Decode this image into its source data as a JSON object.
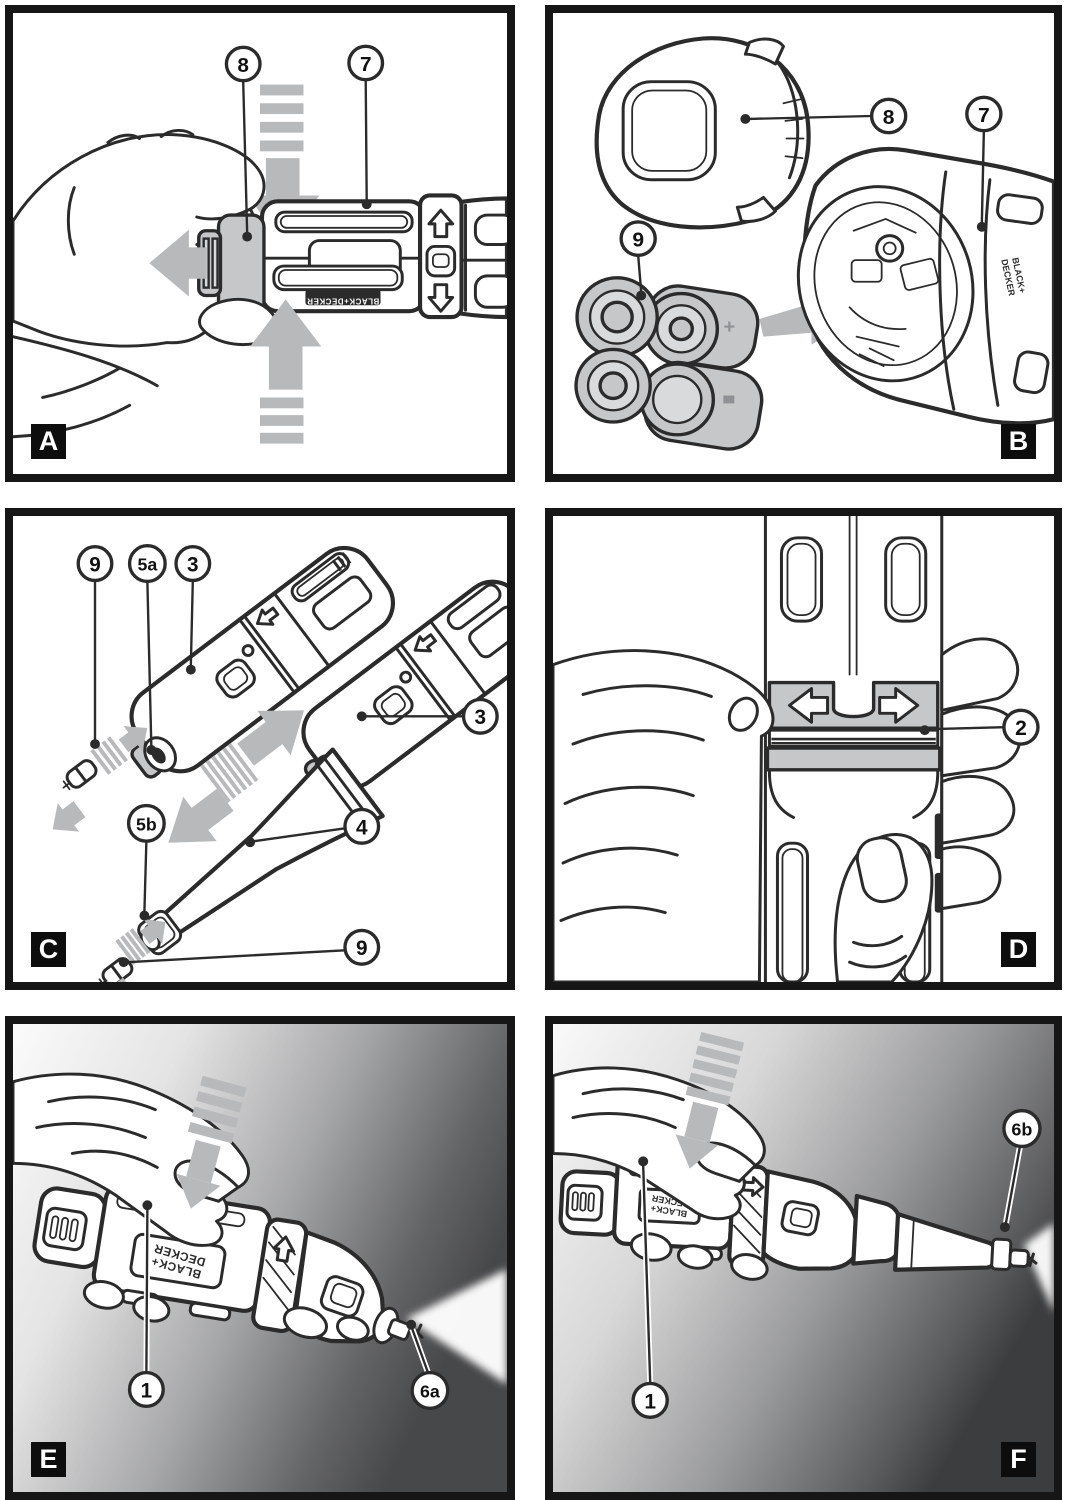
{
  "illustration_text": {
    "brand": "BLACK+DECKER",
    "brand_line1": "BLACK+",
    "brand_line2": "DECKER"
  },
  "colors": {
    "line": "#2b2b2b",
    "panel_border": "#161616",
    "arrow_gray": "#b7b9bb",
    "part_gray": "#c6c7c9",
    "badge_background": "#0d0d0d",
    "badge_text": "#ffffff",
    "shade_light": "#f7f7f7",
    "shade_dark": "#3f4042"
  },
  "panels": [
    {
      "label": "A",
      "badge_corner": "bottom-left",
      "callouts": [
        {
          "label": "8"
        },
        {
          "label": "7"
        }
      ]
    },
    {
      "label": "B",
      "badge_corner": "bottom-right",
      "callouts": [
        {
          "label": "8"
        },
        {
          "label": "7"
        },
        {
          "label": "9"
        }
      ],
      "battery_marks": {
        "plus": "+"
      }
    },
    {
      "label": "C",
      "badge_corner": "bottom-left",
      "callouts": [
        {
          "label": "9"
        },
        {
          "label": "5a"
        },
        {
          "label": "3"
        },
        {
          "label": "3"
        },
        {
          "label": "4"
        },
        {
          "label": "5b"
        },
        {
          "label": "9"
        }
      ]
    },
    {
      "label": "D",
      "badge_corner": "bottom-right",
      "callouts": [
        {
          "label": "2"
        }
      ]
    },
    {
      "label": "E",
      "badge_corner": "bottom-left",
      "callouts": [
        {
          "label": "1"
        },
        {
          "label": "6a"
        }
      ]
    },
    {
      "label": "F",
      "badge_corner": "bottom-right",
      "callouts": [
        {
          "label": "1"
        },
        {
          "label": "6b"
        }
      ]
    }
  ]
}
